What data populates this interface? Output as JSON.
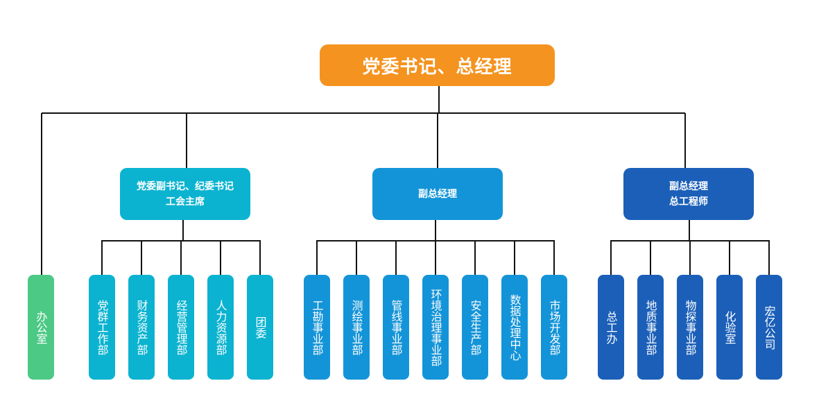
{
  "colors": {
    "top": "#f4931f",
    "green": "#4cc985",
    "cyan": "#0bb3d0",
    "blue": "#1494d8",
    "navy": "#1b5fb8",
    "line": "#111111"
  },
  "top": {
    "label": "党委书记、总经理"
  },
  "office": {
    "label": "办公室"
  },
  "groups": [
    {
      "lines": [
        "党委副书记、纪委书记",
        "工会主席"
      ],
      "departments": [
        "党群工作部",
        "财务资产部",
        "经营管理部",
        "人力资源部",
        "团委"
      ]
    },
    {
      "lines": [
        "副总经理"
      ],
      "departments": [
        "工勘事业部",
        "测绘事业部",
        "管线事业部",
        "环境治理事业部",
        "安全生产部",
        "数据处理中心",
        "市场开发部"
      ]
    },
    {
      "lines": [
        "副总经理",
        "总工程师"
      ],
      "departments": [
        "总工办",
        "地质事业部",
        "物探事业部",
        "化验室",
        "宏亿公司"
      ]
    }
  ]
}
